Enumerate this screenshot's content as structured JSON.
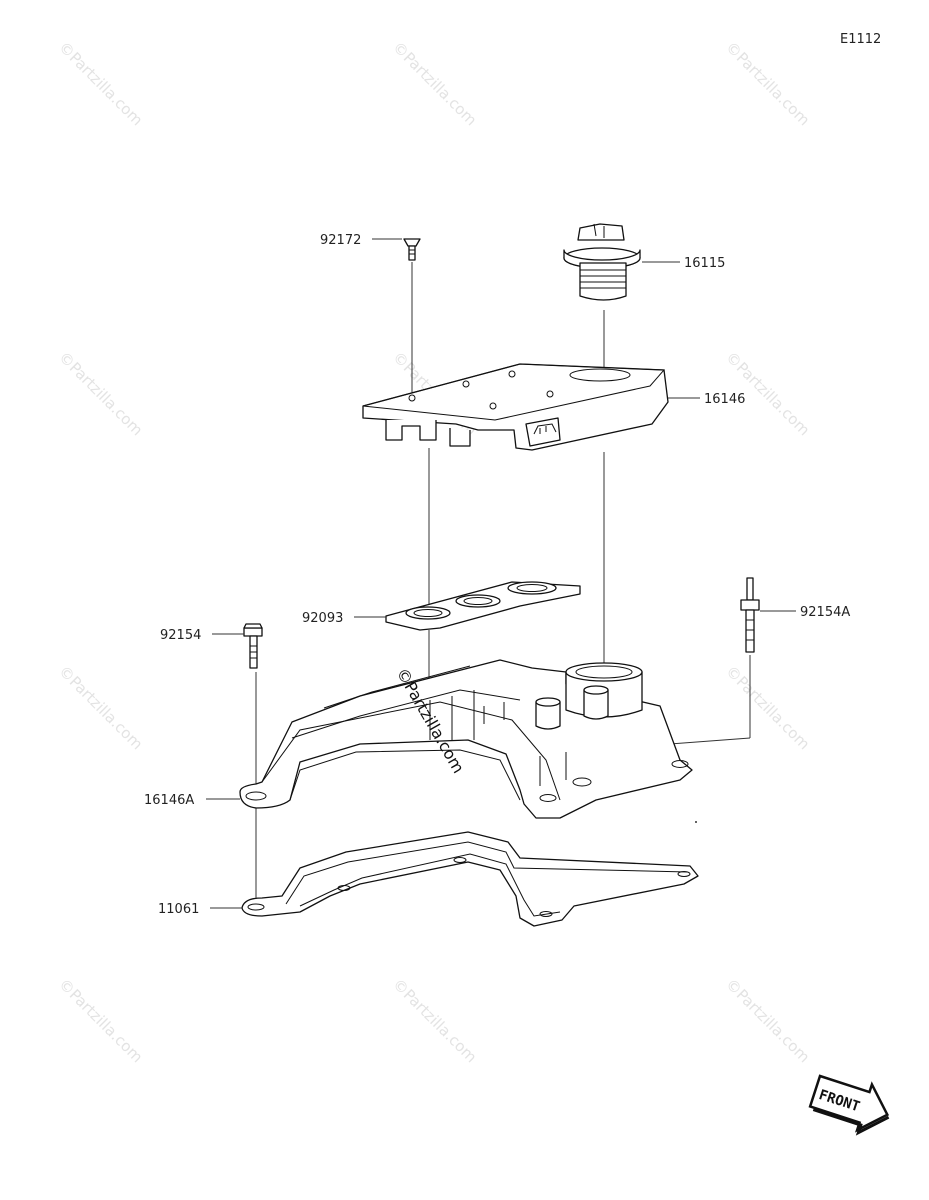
{
  "diagram_code": "E1112",
  "watermark": "©Partzilla.com",
  "center_watermark": "©Partzilla.com",
  "front_label": "FRONT",
  "parts": [
    {
      "id": "p92172",
      "label": "92172"
    },
    {
      "id": "p16115",
      "label": "16115"
    },
    {
      "id": "p16146",
      "label": "16146"
    },
    {
      "id": "p92093",
      "label": "92093"
    },
    {
      "id": "p92154",
      "label": "92154"
    },
    {
      "id": "p92154A",
      "label": "92154A"
    },
    {
      "id": "p16146A",
      "label": "16146A"
    },
    {
      "id": "p11061",
      "label": "11061"
    }
  ]
}
